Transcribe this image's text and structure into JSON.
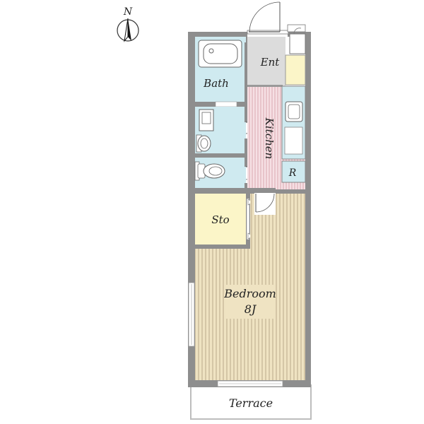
{
  "compass": {
    "label": "N",
    "icon": "north-arrow-icon"
  },
  "rooms": {
    "entrance": "Ent",
    "bath": "Bath",
    "kitchen": "Kitchen",
    "refrigerator": "R",
    "storage": "Sto",
    "bedroom": "Bedroom",
    "bedroom_size": "8J",
    "terrace": "Terrace"
  },
  "colors": {
    "wall": "#8e8e8e",
    "wet_area": "#cfeaf0",
    "kitchen_floor": "#f3d6dc",
    "storage": "#fbf5c8",
    "bedroom_floor": "#efe3c2",
    "entrance_floor": "#dcdcdc"
  }
}
